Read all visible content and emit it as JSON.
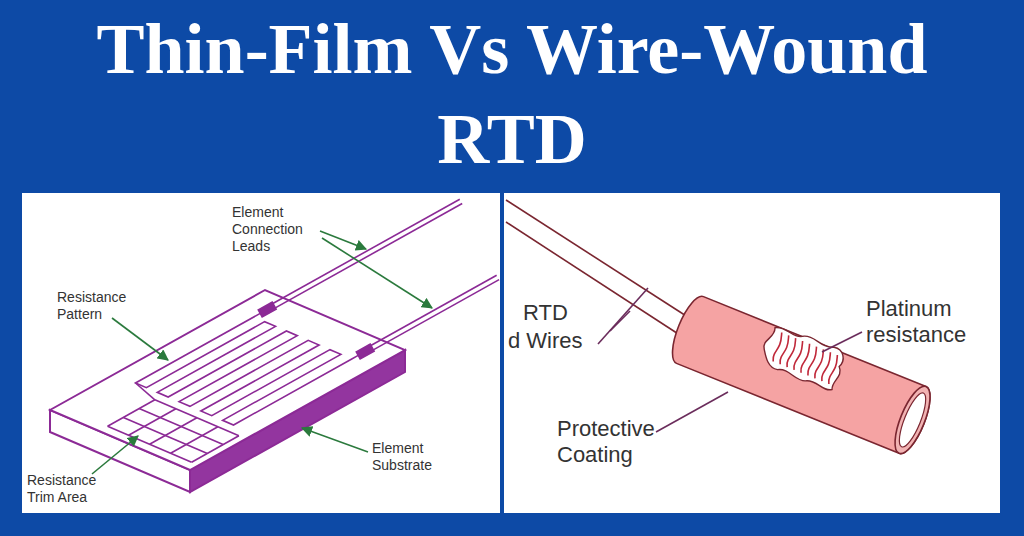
{
  "diagram": {
    "title": "Thin-Film Vs Wire-Wound RTD",
    "labels": [
      "Element Connection Leads",
      "Resistance Pattern",
      "Element Substrate",
      "Resistance Trim Area",
      "RTD",
      "d Wires",
      "Platinum resistance",
      "Protective Coating"
    ]
  }
}
